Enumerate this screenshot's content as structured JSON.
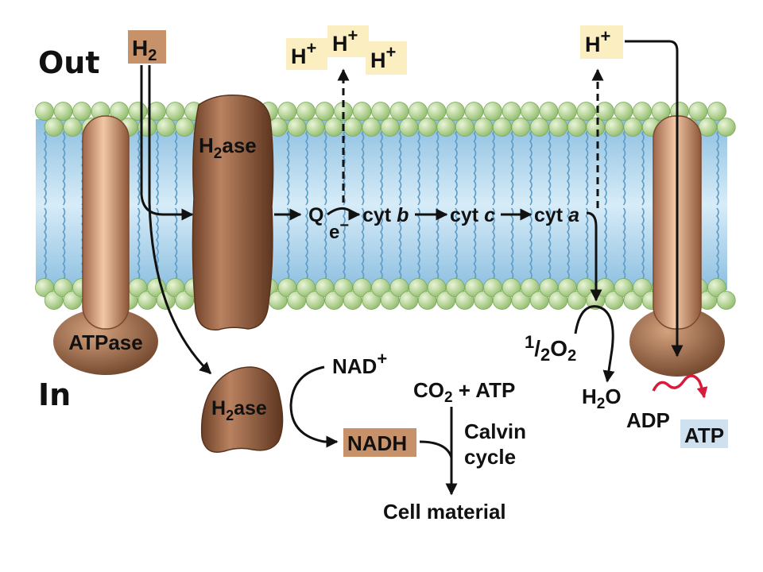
{
  "regions": {
    "outside": "Out",
    "inside": "In"
  },
  "hydrogen": {
    "base": "H",
    "sub": "2"
  },
  "protons": {
    "base": "H",
    "sup": "+"
  },
  "hydrogenase": {
    "base": "H",
    "sub": "2",
    "suffix": "ase"
  },
  "electron_chain": {
    "quinone": "Q",
    "electron": {
      "base": "e",
      "sup": "−"
    },
    "cyt_b": {
      "prefix": "cyt ",
      "letter": "b"
    },
    "cyt_c": {
      "prefix": "cyt ",
      "letter": "c"
    },
    "cyt_a": {
      "prefix": "cyt ",
      "letter": "a"
    }
  },
  "oxygen": {
    "num": "1",
    "slash": "/",
    "den": "2",
    "base": "O",
    "sub": "2"
  },
  "water": {
    "base": "H",
    "sub": "2",
    "suffix": "O"
  },
  "atpase_label": "ATPase",
  "adp_label": "ADP",
  "atp_label": "ATP",
  "nad": {
    "base": "NAD",
    "sup": "+"
  },
  "nadh_label": "NADH",
  "co2_atp": {
    "base": "CO",
    "sub": "2",
    "suffix": " + ATP"
  },
  "calvin": {
    "line1": "Calvin",
    "line2": "cycle"
  },
  "cell_material": "Cell material",
  "colors": {
    "membrane_blue": "#a9cfe8",
    "lipid_head": "#b9d79a",
    "protein_brown": "#8b5a3c",
    "h2_box": "#c7926a",
    "hplus_box": "#fbeec0",
    "atp_box": "#cfe0ef",
    "red_arrow": "#d81b3a"
  }
}
